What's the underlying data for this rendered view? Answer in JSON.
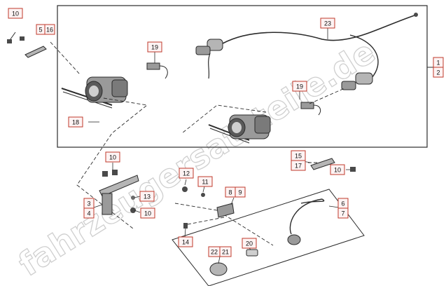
{
  "watermark": "fahrzeugersatzteile.de",
  "colors": {
    "line": "#2b2b2b",
    "label_border": "#c0392b",
    "label_bg": "#fdf3f3",
    "label_text": "#111111",
    "part_fill": "#9a9a9a",
    "part_dark": "#4a4a4a",
    "watermark": "#cfcfcf"
  },
  "labels": {
    "l10a": "10",
    "l5": "5",
    "l16": "16",
    "l19a": "19",
    "l23": "23",
    "l1": "1",
    "l2": "2",
    "l19b": "19",
    "l18": "18",
    "l10b": "10",
    "l15": "15",
    "l17": "17",
    "l10c": "10",
    "l12": "12",
    "l11": "11",
    "l8": "8",
    "l9": "9",
    "l13": "13",
    "l3": "3",
    "l4": "4",
    "l10d": "10",
    "l6": "6",
    "l7": "7",
    "l14": "14",
    "l22": "22",
    "l21": "21",
    "l20": "20"
  }
}
